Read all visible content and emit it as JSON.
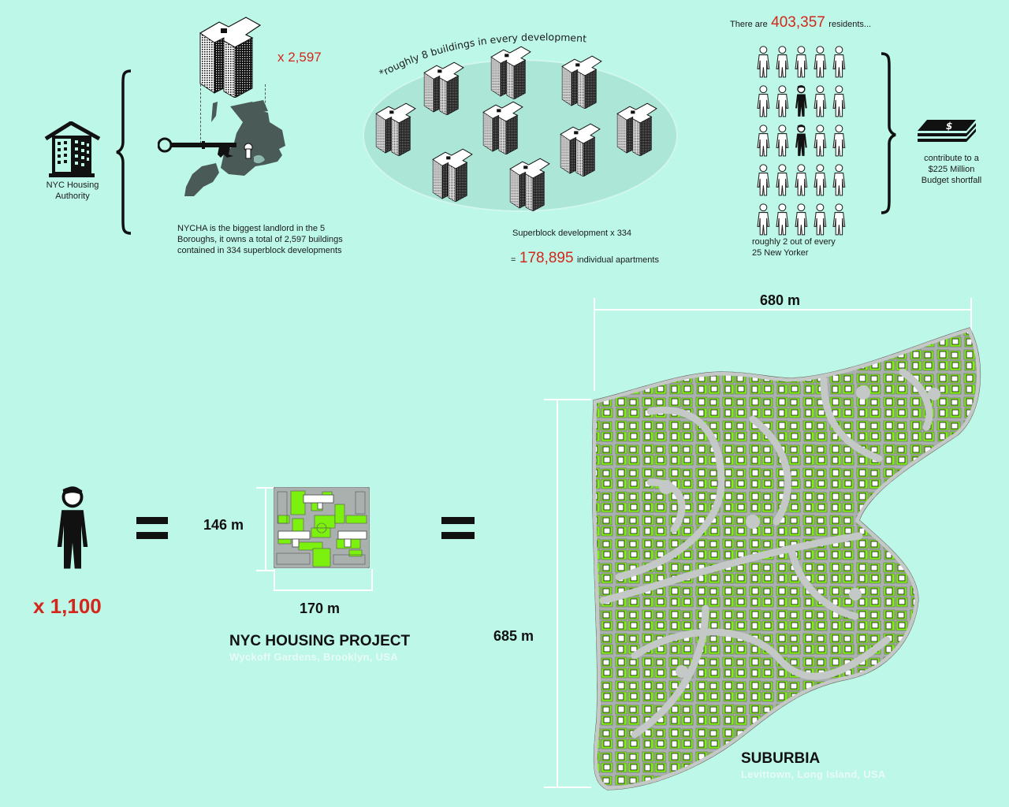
{
  "colors": {
    "background": "#bdf7e7",
    "accent_red": "#d4261b",
    "map_dark": "#4a5a57",
    "lot_green": "#7cf00f",
    "street_gray": "#c4c9c8",
    "block_gray": "#a9b0ae",
    "dim_line": "#ffffff"
  },
  "nycha": {
    "icon": "housing-authority-building-icon",
    "label_line1": "NYC Housing",
    "label_line2": "Authority",
    "building_count": "x 2,597",
    "description_line1": "NYCHA is the biggest landlord in the 5",
    "description_line2": "Boroughs, it owns a total of 2,597 buildings",
    "description_line3": "contained in 334 superblock developments",
    "key_icon": "key-icon",
    "map_icon": "nyc-five-boroughs-map"
  },
  "superblock": {
    "arc_caption": "*roughly 8 buildings in every development",
    "building_count": 8,
    "development_label": "Superblock development x 334",
    "equals": "=",
    "apartments_value": "178,895",
    "apartments_suffix": "individual apartments"
  },
  "residents": {
    "prefix": "There are",
    "value": "403,357",
    "suffix": "residents...",
    "grid_rows": 5,
    "grid_cols": 5,
    "highlighted": 2,
    "ratio_line1": "roughly 2 out of every",
    "ratio_line2": "25 New Yorker"
  },
  "budget": {
    "icon": "money-stack-icon",
    "line1": "contribute to a",
    "line2": "$225 Million",
    "line3": "Budget shortfall"
  },
  "comparison": {
    "person_icon": "person-icon",
    "multiplier": "x 1,100",
    "equals_1": "=",
    "equals_2": "=",
    "housing_project": {
      "height_label": "146 m",
      "width_label": "170 m",
      "title": "NYC HOUSING PROJECT",
      "subtitle": "Wyckoff Gardens, Brooklyn, USA"
    },
    "suburbia": {
      "width_label": "680 m",
      "height_label": "685 m",
      "title": "SUBURBIA",
      "subtitle": "Levittown, Long Island, USA"
    }
  }
}
